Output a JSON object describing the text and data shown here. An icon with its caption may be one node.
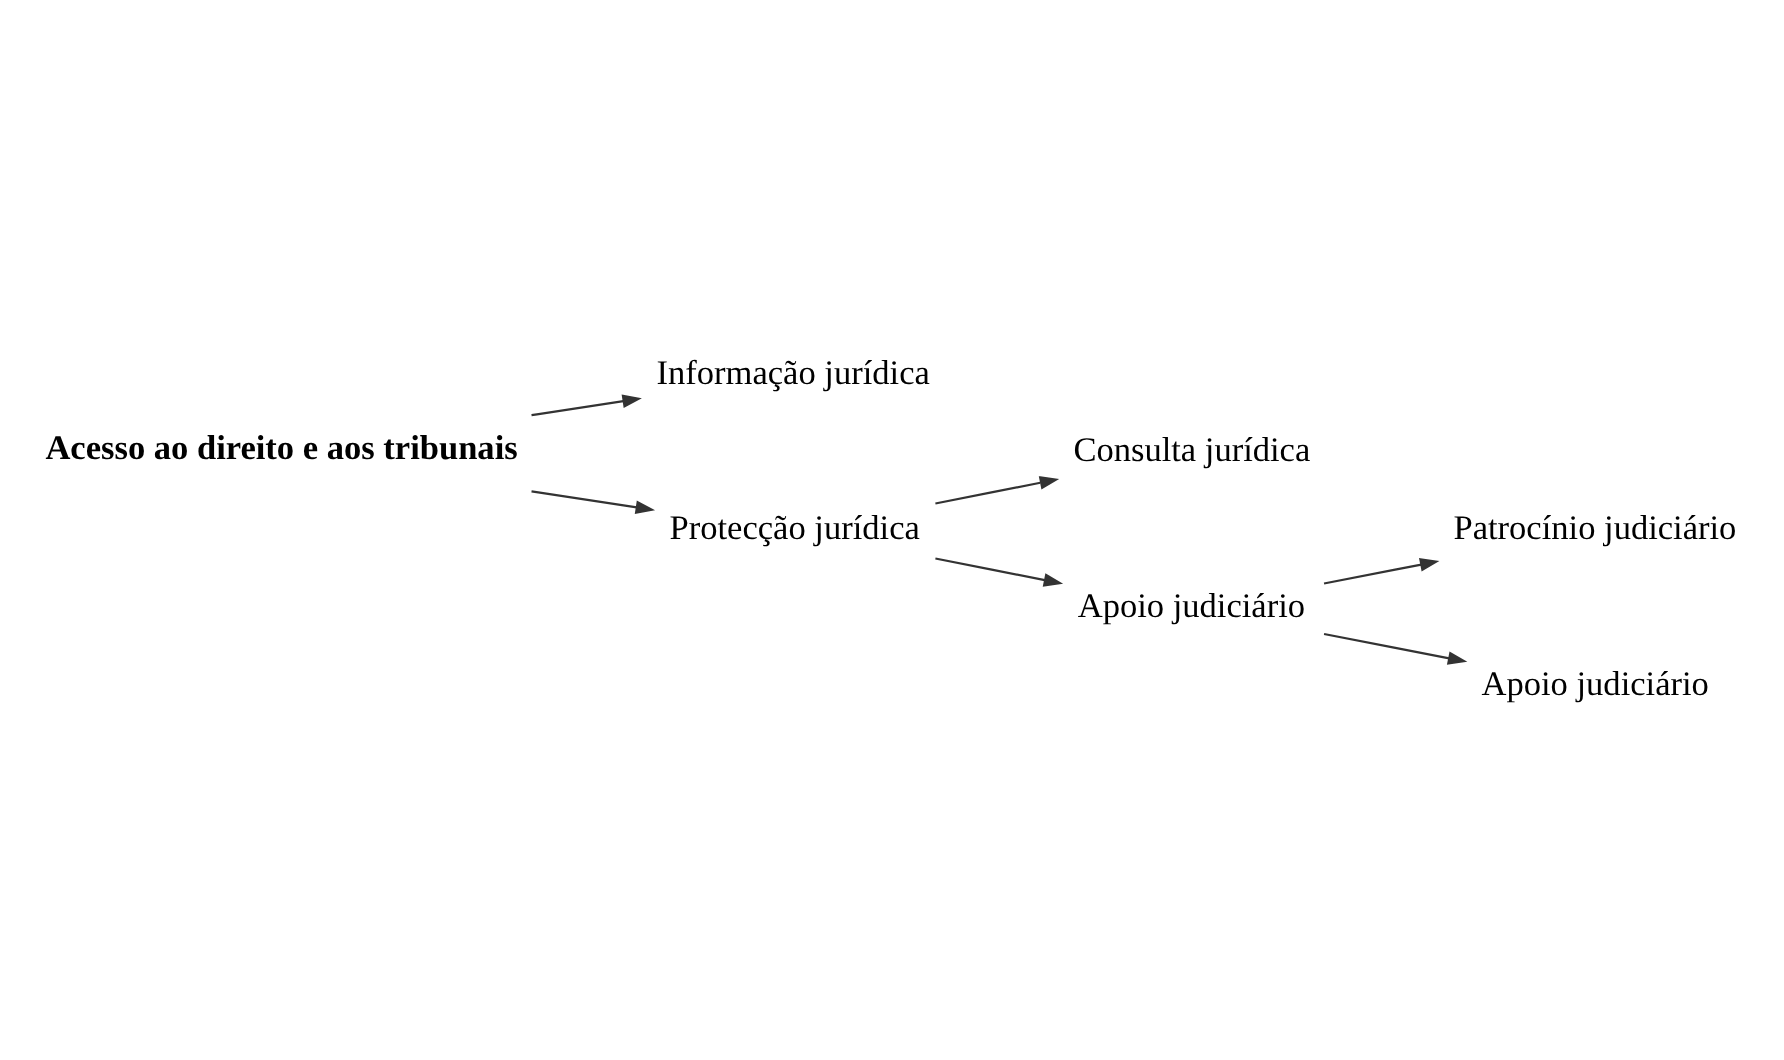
{
  "diagram": {
    "nodes": [
      {
        "text": [
          "Acesso ao direito e aos tribunais"
        ]
      },
      {
        "text": [
          "Informação jurídica"
        ]
      },
      {
        "text": [
          "Protecção jurídica"
        ]
      },
      {
        "text": [
          "Consulta jurídica"
        ]
      },
      {
        "text": [
          "Apoio judiciário"
        ]
      },
      {
        "text": [
          "Patrocínio judiciário"
        ]
      },
      {
        "text": [
          "Apoio judiciário"
        ]
      }
    ],
    "edges": [
      {
        "from": 0,
        "to": 1,
        "arrow": "to"
      },
      {
        "from": 0,
        "to": 2,
        "arrow": "to"
      },
      {
        "from": 2,
        "to": 3,
        "arrow": "to"
      },
      {
        "from": 2,
        "to": 4,
        "arrow": "to"
      },
      {
        "from": 4,
        "to": 5,
        "arrow": "to"
      },
      {
        "from": 4,
        "to": 6,
        "arrow": "to"
      }
    ]
  }
}
